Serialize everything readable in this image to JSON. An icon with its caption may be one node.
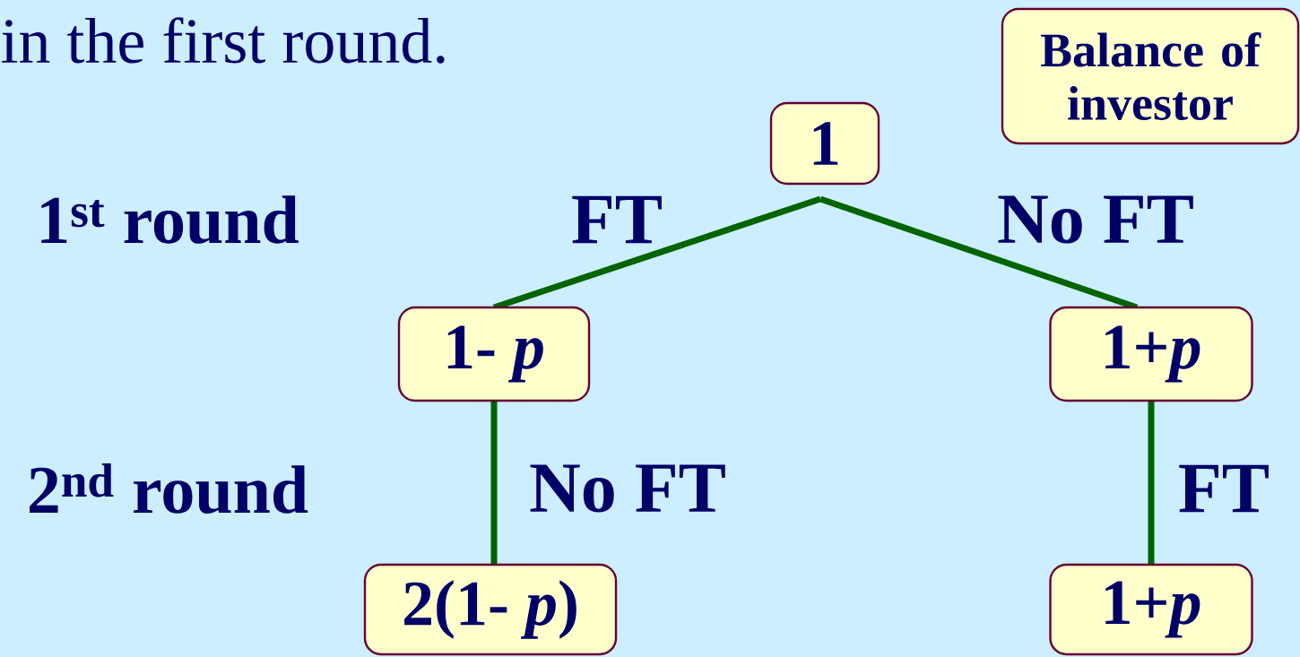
{
  "diagram": {
    "nodes": [
      {
        "text": [
          "Balance of investor"
        ]
      },
      {
        "text": [
          "1"
        ]
      },
      {
        "text": [
          "1- *p*"
        ]
      },
      {
        "text": [
          "1+*p*"
        ]
      },
      {
        "text": [
          "2(1- *p*)"
        ]
      },
      {
        "text": [
          "1+*p*"
        ]
      }
    ],
    "edges": [
      {
        "from": 1,
        "to": 2,
        "arrow": "none",
        "label": "FT"
      },
      {
        "from": 1,
        "to": 3,
        "arrow": "none",
        "label": "No FT"
      },
      {
        "from": 2,
        "to": 4,
        "arrow": "none",
        "label": "No FT"
      },
      {
        "from": 3,
        "to": 5,
        "arrow": "none",
        "label": "FT"
      }
    ],
    "labels": [
      "in the first round.",
      "1$^{st}$ round",
      "2$^{nd}$ round"
    ]
  }
}
